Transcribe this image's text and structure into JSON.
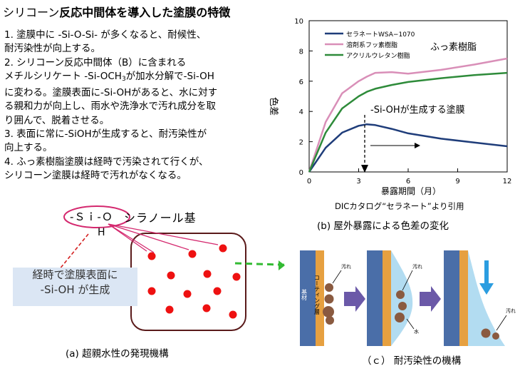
{
  "title": {
    "part1": "シリコーン",
    "part2": "反応中間体を導入した塗膜の特徴"
  },
  "points": {
    "p1a": "1. 塗膜中に -Si-O-Si- が多くなると、耐候性、",
    "p1b": "耐汚染性が向上する。",
    "p2a": "2. シリコーン反応中間体（B）に含まれる",
    "p2b_pre": "メチルシリケート -Si-OCH",
    "p2b_sub": "3",
    "p2b_post": "が加水分解で-Si-OH",
    "p2c": "に変わる。塗膜表面に-Si-OHがあると、水に対す",
    "p2d": "る親和力が向上し、雨水や洗浄水で汚れ成分を取",
    "p2e": "り囲んで、脱着させる。",
    "p3a": "3. 表面に常に-SiOHが生成すると、耐汚染性が",
    "p3b": "向上する。",
    "p4a": "4. ふっ素樹脂塗膜は経時で汚染されて行くが、",
    "p4b": "シリコーン塗膜は経時で汚れがなくなる。"
  },
  "chart_data": {
    "type": "line",
    "x": [
      0,
      1,
      2,
      3,
      3.5,
      4,
      5,
      6,
      8,
      10,
      12
    ],
    "series": [
      {
        "name": "セラネートWSA−1070",
        "color": "#1f3d7a",
        "values": [
          0,
          1.6,
          2.6,
          3.05,
          3.15,
          3.1,
          2.85,
          2.55,
          2.2,
          1.95,
          1.7
        ]
      },
      {
        "name": "溶剤系フッ素樹脂",
        "color": "#d98fb8",
        "values": [
          0,
          3.3,
          5.2,
          6.0,
          6.3,
          6.55,
          6.6,
          6.5,
          6.75,
          7.1,
          7.5
        ]
      },
      {
        "name": "アクリルウレタン樹脂",
        "color": "#2e8b3a",
        "values": [
          0,
          2.6,
          4.2,
          5.0,
          5.3,
          5.5,
          5.75,
          5.95,
          6.2,
          6.4,
          6.55
        ]
      }
    ],
    "xlim": [
      0,
      12
    ],
    "ylim": [
      0,
      10
    ],
    "xticks": [
      "0",
      "3",
      "6",
      "9",
      "12"
    ],
    "yticks": [
      "0",
      "2",
      "4",
      "6",
      "8",
      "10"
    ],
    "xlabel": "暴露期間（月）",
    "ylabel": "色差",
    "annotations": {
      "fluoro": "ふっ素樹脂",
      "sioh": "-Si-OHが生成する塗膜"
    },
    "source": "DICカタログ“セラネート”より引用",
    "legend_position": "top-left",
    "grid": false
  },
  "captions": {
    "b": "(b) 屋外暴露による色差の変化",
    "a": "(a) 超親水性の発現機構",
    "c": "（ｃ） 耐汚染性の機構"
  },
  "mechanism": {
    "sio": "-Ｓｉ-Ｏ",
    "silanol": "シラノール基",
    "h": "H",
    "note_line1": "経時で塗膜表面に",
    "note_line2": "-Si-OH が生成"
  },
  "stain_diagram": {
    "substrate": "基材",
    "coating": "コーティング層",
    "dirt1": "汚れ",
    "dirt2": "汚れ",
    "water": "水",
    "dirt3": "汚れ"
  },
  "colors": {
    "dot_red": "#ee1111",
    "substrate_blue": "#4a6ea8",
    "coating_orange": "#e6a040",
    "arrow_purple": "#6b59a8"
  }
}
